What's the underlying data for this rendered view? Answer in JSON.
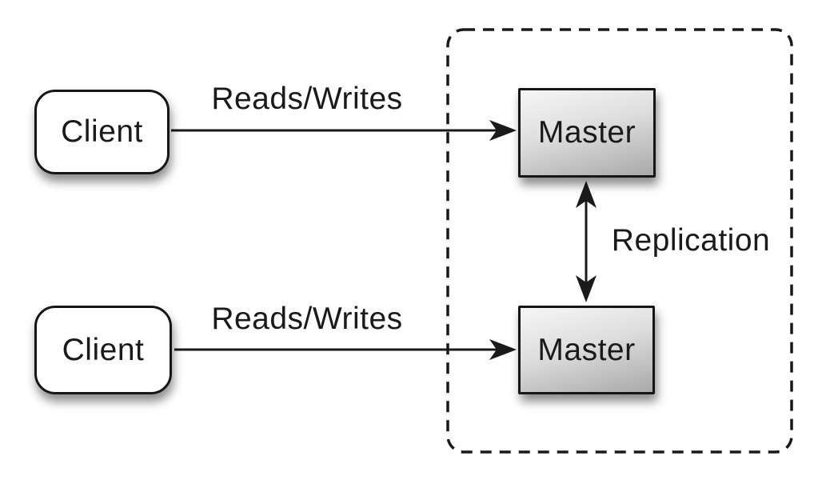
{
  "diagram": {
    "nodes": {
      "client1": {
        "label": "Client"
      },
      "client2": {
        "label": "Client"
      },
      "master1": {
        "label": "Master"
      },
      "master2": {
        "label": "Master"
      }
    },
    "edges": {
      "reads_writes_top": {
        "label": "Reads/Writes",
        "from": "client1",
        "to": "master1"
      },
      "reads_writes_bottom": {
        "label": "Reads/Writes",
        "from": "client2",
        "to": "master2"
      },
      "replication": {
        "label": "Replication",
        "from": "master1",
        "to": "master2",
        "bidirectional": true
      }
    },
    "colors": {
      "background": "#ffffff",
      "line": "#1a1a1a",
      "node_border": "#161616",
      "client_fill": "#ffffff",
      "master_fill_top": "#f6f6f6",
      "master_fill_bottom": "#a9a9a9",
      "text": "#1a1a1a"
    }
  }
}
